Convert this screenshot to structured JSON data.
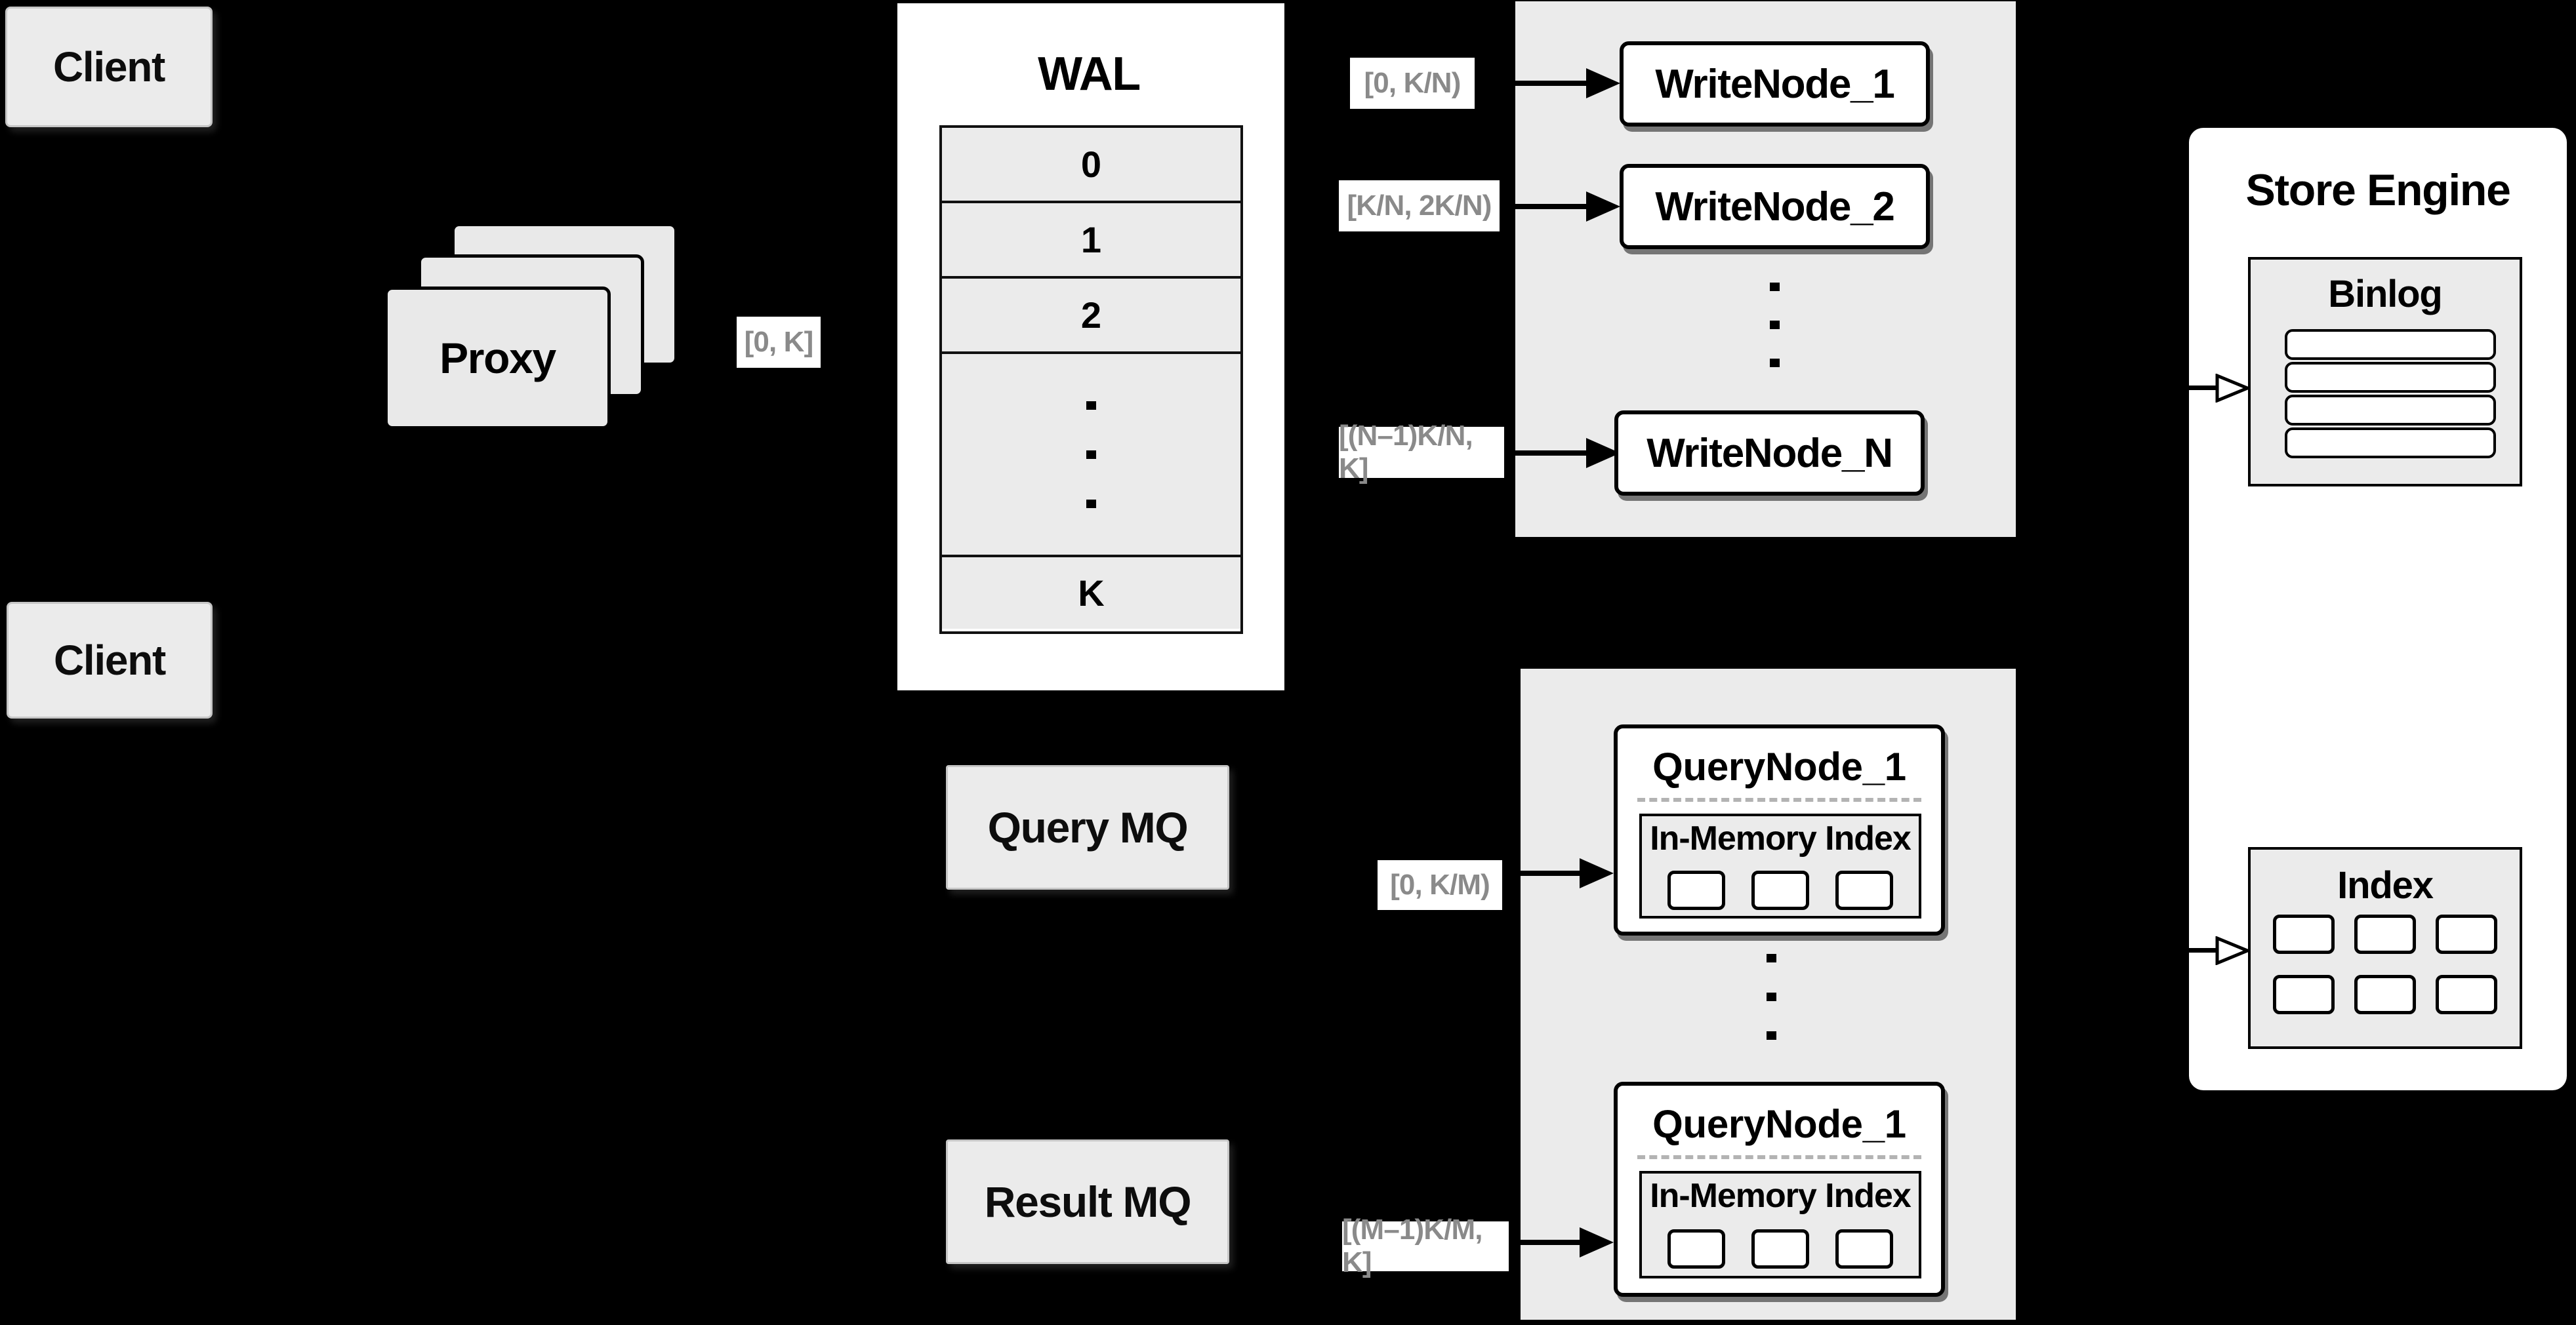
{
  "clients": {
    "top_label": "Client",
    "bottom_label": "Client"
  },
  "proxy": {
    "label": "Proxy"
  },
  "wal": {
    "title": "WAL",
    "rows": [
      "0",
      "1",
      "2"
    ],
    "last_row": "K"
  },
  "write_panel": {
    "nodes": [
      "WriteNode_1",
      "WriteNode_2",
      "WriteNode_N"
    ]
  },
  "mq": {
    "query": "Query MQ",
    "result": "Result MQ"
  },
  "query_panel": {
    "nodes": [
      {
        "title": "QueryNode_1",
        "inner_title": "In-Memory Index"
      },
      {
        "title": "QueryNode_1",
        "inner_title": "In-Memory Index"
      }
    ]
  },
  "store_engine": {
    "title": "Store Engine",
    "binlog_title": "Binlog",
    "index_title": "Index"
  },
  "edge_labels": {
    "proxy_wal": "[0, K]",
    "write_1": "[0, K/N)",
    "write_2": "[K/N, 2K/N)",
    "write_n": "[(N–1)K/N, K]",
    "query_1": "[0, K/M)",
    "query_m": "[(M–1)K/M, K]"
  },
  "colors": {
    "background": "#000000",
    "panel_gray": "#ebebeb",
    "node_white": "#ffffff",
    "border_black": "#000000",
    "label_text_gray": "#8a8a8a",
    "dashed_divider": "#b3b3b3"
  }
}
